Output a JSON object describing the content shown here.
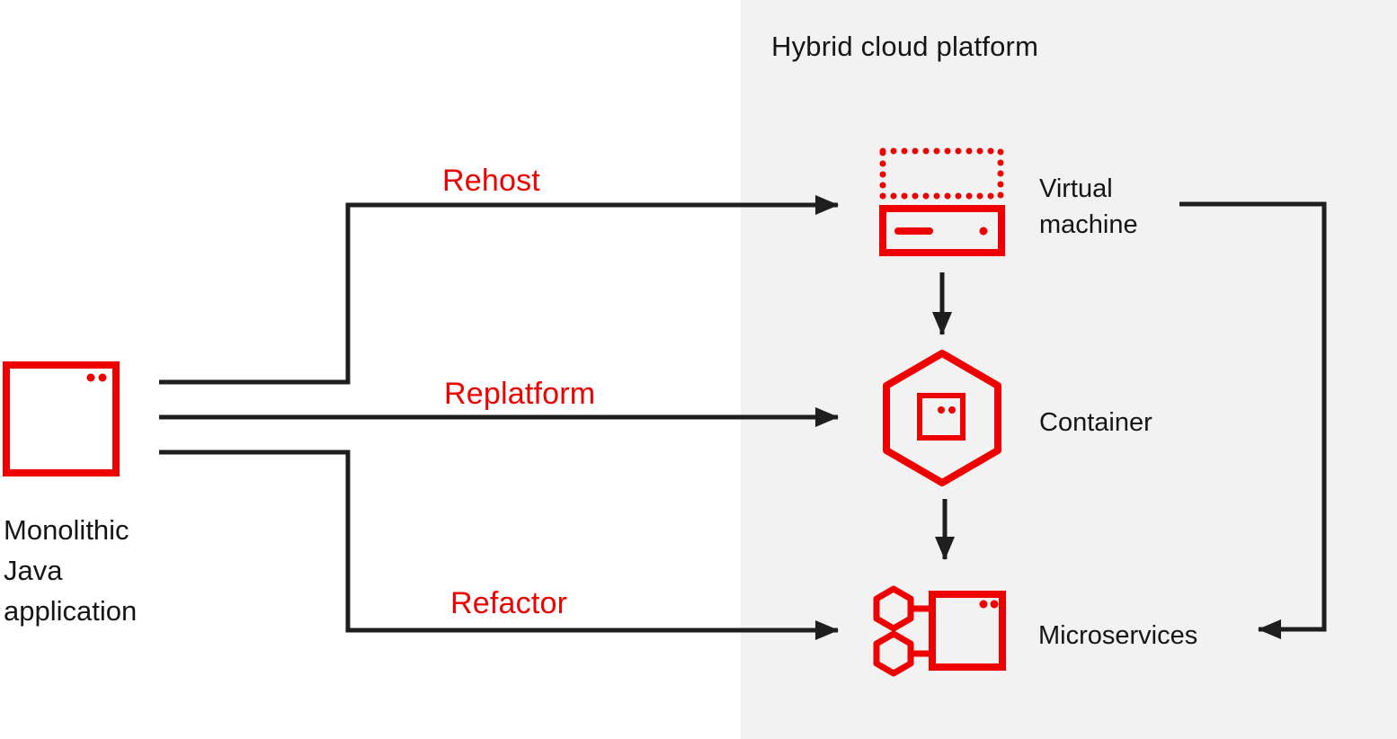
{
  "panel": {
    "title": "Hybrid cloud platform"
  },
  "source": {
    "label": "Monolithic Java application"
  },
  "migration_paths": [
    {
      "label": "Rehost",
      "from": "Monolithic Java application",
      "to": "Virtual machine"
    },
    {
      "label": "Replatform",
      "from": "Monolithic Java application",
      "to": "Container"
    },
    {
      "label": "Refactor",
      "from": "Monolithic Java application",
      "to": "Microservices"
    }
  ],
  "targets": [
    {
      "label": "Virtual machine",
      "icon": "virtual-machine-icon"
    },
    {
      "label": "Container",
      "icon": "container-icon"
    },
    {
      "label": "Microservices",
      "icon": "microservices-icon"
    }
  ],
  "flow_arrows": [
    {
      "from": "Virtual machine",
      "to": "Container"
    },
    {
      "from": "Container",
      "to": "Microservices"
    },
    {
      "from": "Virtual machine",
      "to": "Microservices"
    }
  ],
  "colors": {
    "accent_red": "#ee0000",
    "arrow_black": "#1e1e1e",
    "text_black": "#151515",
    "panel_bg": "#f2f2f2",
    "canvas_bg": "#ffffff"
  }
}
